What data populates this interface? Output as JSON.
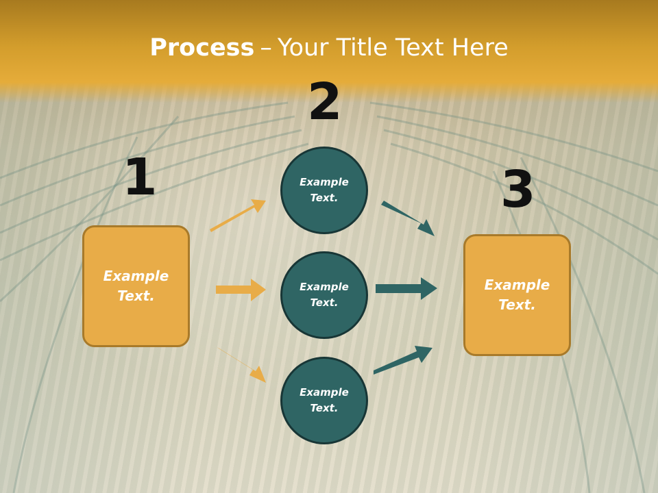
{
  "title": {
    "bold": "Process",
    "dash": "–",
    "rest": "Your Title Text Here"
  },
  "steps": {
    "one": "1",
    "two": "2",
    "three": "3"
  },
  "left_box": {
    "text": "Example Text."
  },
  "right_box": {
    "text": "Example Text."
  },
  "circles": [
    {
      "text": "Example Text."
    },
    {
      "text": "Example Text."
    },
    {
      "text": "Example Text."
    }
  ],
  "colors": {
    "header": "#d39d2c",
    "box_fill": "#e8ac48",
    "circle_fill": "#2f6564",
    "arrow_orange": "#e8ac48",
    "arrow_teal": "#2f6564"
  }
}
